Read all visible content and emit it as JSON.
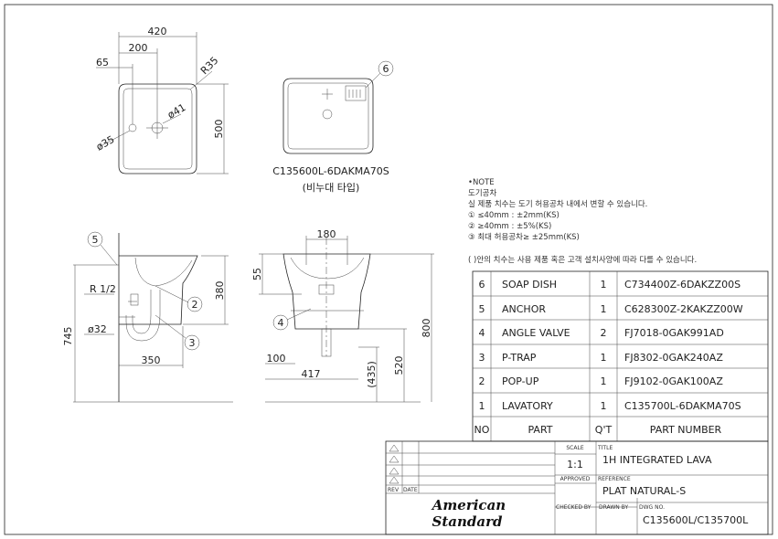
{
  "note": {
    "heading": "•NOTE",
    "lines": [
      "도기공차",
      "실 제품 치수는 도기 허용공차 내에서 변할 수 있습니다.",
      "① ≤40mm : ±2mm(KS)",
      "② ≥40mm : ±5%(KS)",
      "③ 최대 허용공차≥ ±25mm(KS)",
      "( )안의 치수는 사용 제품 혹은 고객 설치사양에 따라 다를 수 있습니다."
    ]
  },
  "top_view": {
    "dims": [
      "420",
      "200",
      "65",
      "R35",
      "500",
      "ø41",
      "ø35"
    ]
  },
  "soap_view": {
    "model": "C135600L-6DAKMA70S",
    "subtitle": "(비누대 타입)",
    "balloon": "6"
  },
  "side_view": {
    "dims": [
      "745",
      "380",
      "350",
      "R 1/2",
      "ø32"
    ],
    "balloons": [
      "5",
      "2",
      "3"
    ]
  },
  "front_view": {
    "dims": [
      "180",
      "55",
      "800",
      "520",
      "(435)",
      "100",
      "417"
    ],
    "balloons": [
      "4"
    ]
  },
  "parts_table": {
    "headers": [
      "NO",
      "PART",
      "Q'T",
      "PART NUMBER"
    ],
    "rows": [
      {
        "no": "6",
        "part": "SOAP DISH",
        "qty": "1",
        "number": "C734400Z-6DAKZZ00S"
      },
      {
        "no": "5",
        "part": "ANCHOR",
        "qty": "1",
        "number": "C628300Z-2KAKZZ00W"
      },
      {
        "no": "4",
        "part": "ANGLE VALVE",
        "qty": "2",
        "number": "FJ7018-0GAK991AD"
      },
      {
        "no": "3",
        "part": "P-TRAP",
        "qty": "1",
        "number": "FJ8302-0GAK240AZ"
      },
      {
        "no": "2",
        "part": "POP-UP",
        "qty": "1",
        "number": "FJ9102-0GAK100AZ"
      },
      {
        "no": "1",
        "part": "LAVATORY",
        "qty": "1",
        "number": "C135700L-6DAKMA70S"
      }
    ]
  },
  "title_block": {
    "rev_label": "REV",
    "date_label": "DATE",
    "scale_label": "SCALE",
    "scale_value": "1:1",
    "approved_label": "APPROVED",
    "title_label": "TITLE",
    "title_value": "1H INTEGRATED LAVA",
    "reference_label": "REFERENCE",
    "reference_value": "PLAT NATURAL-S",
    "checked_label": "CHECKED BY",
    "drawn_label": "DRAWN BY",
    "dwg_label": "DWG NO.",
    "dwg_value": "C135600L/C135700L",
    "logo_line1": "American",
    "logo_line2": "Standard"
  }
}
